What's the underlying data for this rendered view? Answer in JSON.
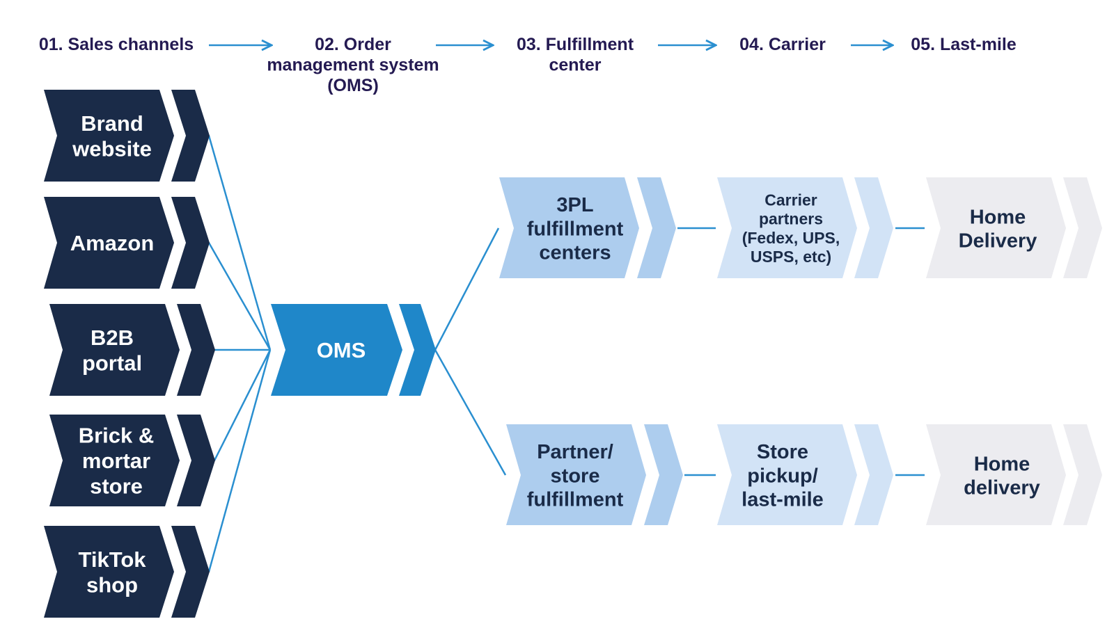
{
  "colors": {
    "heading": "#241a52",
    "navy": "#1a2b48",
    "oms_blue": "#1f87c9",
    "connector": "#2a8fd0",
    "light_blue": "#adcdee",
    "pale_blue": "#d2e3f6",
    "pale_gray": "#ececf0",
    "text_dark": "#1a2b48",
    "text_light": "#ffffff"
  },
  "stages": [
    {
      "label": [
        "01. Sales channels"
      ]
    },
    {
      "label": [
        "02. Order",
        "management system",
        "(OMS)"
      ]
    },
    {
      "label": [
        "03. Fulfillment",
        "center"
      ]
    },
    {
      "label": [
        "04. Carrier"
      ]
    },
    {
      "label": [
        "05. Last-mile"
      ]
    }
  ],
  "sales_channels": [
    {
      "lines": [
        "Brand",
        "website"
      ]
    },
    {
      "lines": [
        "Amazon"
      ]
    },
    {
      "lines": [
        "B2B",
        "portal"
      ]
    },
    {
      "lines": [
        "Brick &",
        "mortar",
        "store"
      ]
    },
    {
      "lines": [
        "TikTok",
        "shop"
      ]
    }
  ],
  "oms": {
    "lines": [
      "OMS"
    ]
  },
  "paths": [
    {
      "fulfillment": {
        "lines": [
          "3PL",
          "fulfillment",
          "centers"
        ]
      },
      "carrier": {
        "lines": [
          "Carrier",
          "partners",
          "(Fedex, UPS,",
          "USPS, etc)"
        ]
      },
      "last_mile": {
        "lines": [
          "Home",
          "Delivery"
        ]
      }
    },
    {
      "fulfillment": {
        "lines": [
          "Partner/",
          "store",
          "fulfillment"
        ]
      },
      "carrier": {
        "lines": [
          "Store",
          "pickup/",
          "last-mile"
        ]
      },
      "last_mile": {
        "lines": [
          "Home",
          "delivery"
        ]
      }
    }
  ]
}
